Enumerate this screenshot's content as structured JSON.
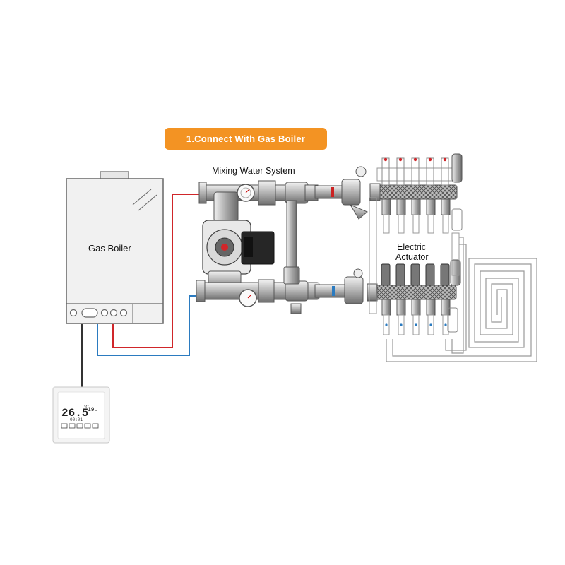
{
  "banner": {
    "text": "1.Connect With Gas Boiler",
    "color": "#F39323"
  },
  "labels": {
    "mixing": "Mixing Water System",
    "boiler": "Gas Boiler",
    "actuator_line1": "Electric",
    "actuator_line2": "Actuator"
  },
  "thermostat": {
    "temp_main": "26.5",
    "unit": "°C",
    "temp_set": "19.",
    "clock": "00:01"
  },
  "colors": {
    "supply": "#D0262A",
    "return": "#2B7BC0",
    "control": "#333333",
    "pipe": "#7a7a7a"
  }
}
